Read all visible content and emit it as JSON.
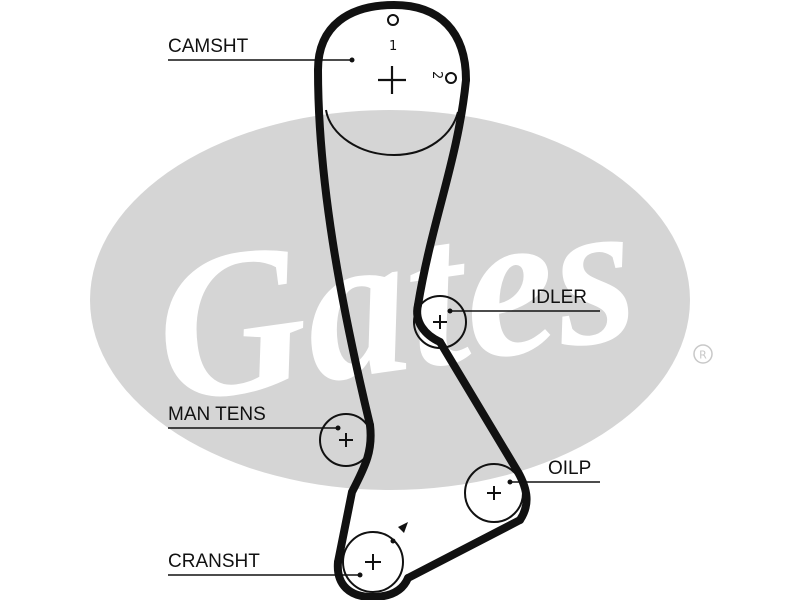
{
  "watermark": {
    "brand": "Gates",
    "registered_mark": "®",
    "color": "#d5d5d5"
  },
  "diagram": {
    "belt_color": "#111111",
    "labels": {
      "camshaft": "CAMSHT",
      "idler": "IDLER",
      "manual_tensioner": "MAN TENS",
      "oil_pump": "OILP",
      "crankshaft": "CRANSHT"
    },
    "timing_marks": {
      "mark_1": "1",
      "mark_2": "2"
    }
  }
}
